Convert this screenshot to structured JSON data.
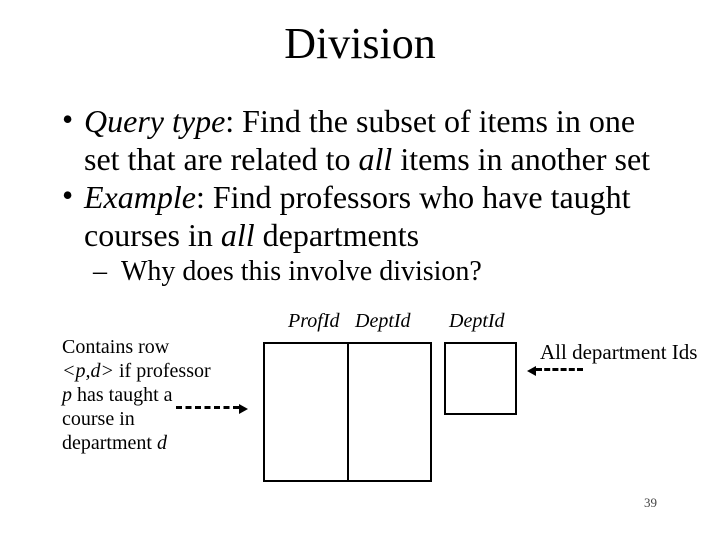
{
  "title": "Division",
  "colors": {
    "text": "#000000",
    "background": "#ffffff",
    "line": "#000000",
    "page_number": "#444444"
  },
  "bullets": {
    "marker": "•",
    "items": [
      {
        "lines": [
          {
            "runs": [
              {
                "t": "Query type"
              },
              {
                "t": ": Find the subset of items in one"
              }
            ]
          },
          {
            "runs": [
              {
                "t": "set that are related to "
              },
              {
                "t": "all"
              },
              {
                "t": " items in another set"
              }
            ]
          }
        ]
      },
      {
        "lines": [
          {
            "runs": [
              {
                "t": "Example"
              },
              {
                "t": ": Find professors who have taught"
              }
            ]
          },
          {
            "runs": [
              {
                "t": "courses in "
              },
              {
                "t": "all"
              },
              {
                "t": " departments"
              }
            ]
          }
        ]
      }
    ],
    "sub_bullet": {
      "marker": "–",
      "text": "Why does this involve division?"
    }
  },
  "diagram": {
    "profid_deptid_table": {
      "col1_header": "ProfId",
      "col2_header": "DeptId"
    },
    "deptid_table": {
      "header": "DeptId"
    },
    "left_annotation": {
      "lines": [
        {
          "runs": [
            {
              "t": "Contains row"
            }
          ]
        },
        {
          "runs": [
            {
              "t": "<p,d>"
            },
            {
              "t": " if professor"
            }
          ]
        },
        {
          "runs": [
            {
              "t": "p"
            },
            {
              "t": " has taught a"
            }
          ]
        },
        {
          "runs": [
            {
              "t": "course in"
            }
          ]
        },
        {
          "runs": [
            {
              "t": "department "
            },
            {
              "t": "d"
            }
          ]
        }
      ]
    },
    "right_annotation": "All department Ids"
  },
  "page_number": "39"
}
